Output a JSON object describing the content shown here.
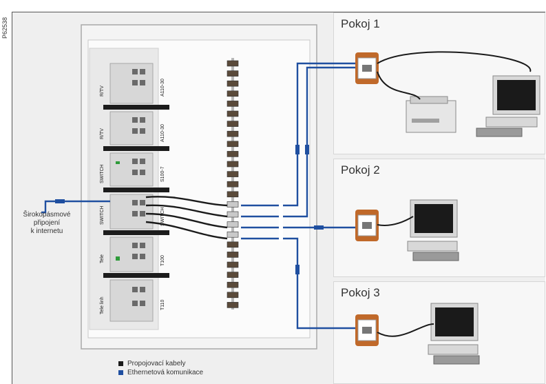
{
  "figure_code": "P62538",
  "rooms": [
    {
      "title": "Pokoj 1"
    },
    {
      "title": "Pokoj 2"
    },
    {
      "title": "Pokoj 3"
    }
  ],
  "internet_label": [
    "Širokopásmové",
    "připojení",
    "k internetu"
  ],
  "module_labels": {
    "left": [
      "R/TV",
      "R/TV",
      "SWITCH",
      "SWITCH",
      "Tele",
      "Tele linh"
    ],
    "right": [
      "A110-30",
      "A110-30",
      "S100-7",
      "SWITCH",
      "T100",
      "T110"
    ]
  },
  "legend": [
    {
      "label": "Propojovací kabely",
      "color": "#1a1a1a"
    },
    {
      "label": "Ethernetová komunikace",
      "color": "#1f4fa0"
    }
  ],
  "colors": {
    "ethernet": "#1f4fa0",
    "patch": "#1a1a1a",
    "wallplate": "#c0692a"
  },
  "icons": [
    "wall-socket-icon",
    "computer-icon",
    "printer-icon",
    "connector-icon"
  ]
}
